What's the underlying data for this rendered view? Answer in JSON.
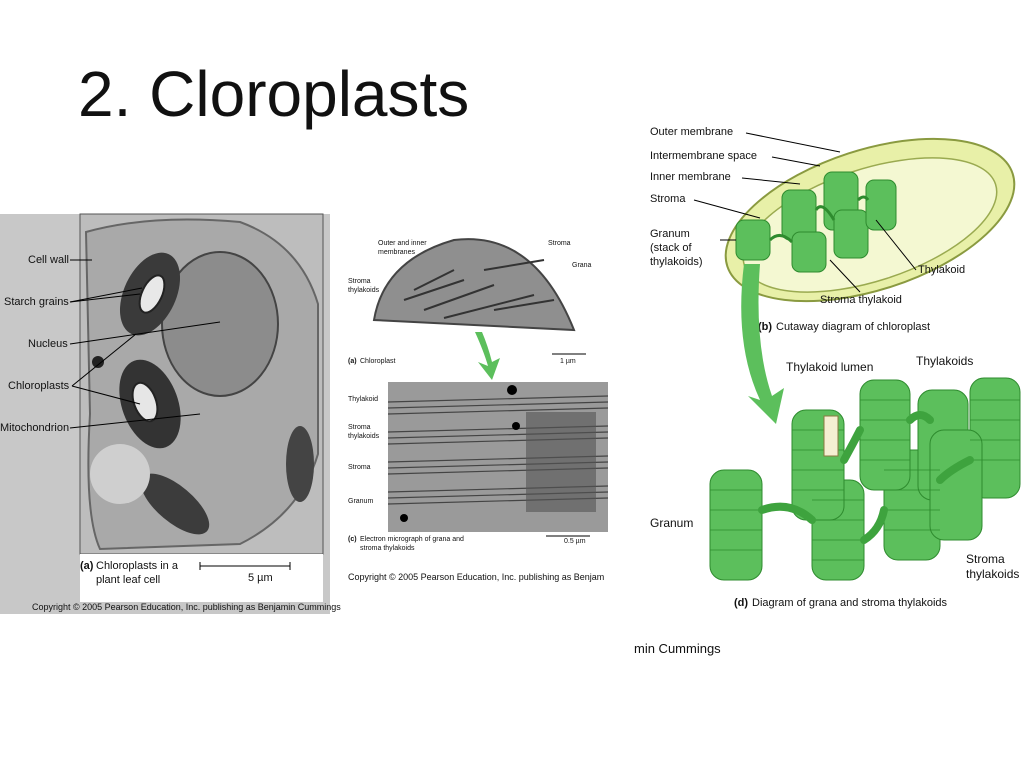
{
  "slide": {
    "title": "2. Cloroplasts"
  },
  "panel_a": {
    "labels": [
      "Cell wall",
      "Starch grains",
      "Nucleus",
      "Chloroplasts",
      "Mitochondrion"
    ],
    "caption_letter": "(a)",
    "caption": "Chloroplasts in a plant leaf cell",
    "caption_line1": "Chloroplasts in a",
    "caption_line2": "plant leaf cell",
    "scale": "5 µm",
    "copyright": "Copyright © 2005 Pearson Education, Inc. publishing as Benjamin Cummings"
  },
  "panel_ac": {
    "top_labels": {
      "outer_inner_line1": "Outer and inner",
      "outer_inner_line2": "membranes",
      "stroma": "Stroma",
      "grana": "Grana",
      "stroma_thylakoids_line1": "Stroma",
      "stroma_thylakoids_line2": "thylakoids"
    },
    "caption_a_letter": "(a)",
    "caption_a": "Chloroplast",
    "scale_a": "1 µm",
    "bottom_labels": {
      "thylakoid": "Thylakoid",
      "stroma_thylakoids_line1": "Stroma",
      "stroma_thylakoids_line2": "thylakoids",
      "stroma": "Stroma",
      "granum": "Granum"
    },
    "caption_c_letter": "(c)",
    "caption_c_line1": "Electron micrograph of grana and",
    "caption_c_line2": "stroma thylakoids",
    "scale_c": "0.5 µm",
    "copyright": "Copyright © 2005 Pearson Education, Inc. publishing as Benjam"
  },
  "panel_bd": {
    "labels_b": {
      "outer_membrane": "Outer membrane",
      "intermembrane_space": "Intermembrane space",
      "inner_membrane": "Inner membrane",
      "stroma": "Stroma",
      "granum_line1": "Granum",
      "granum_line2": "(stack of",
      "granum_line3": "thylakoids)",
      "thylakoid": "Thylakoid",
      "stroma_thylakoid": "Stroma thylakoid"
    },
    "caption_b_letter": "(b)",
    "caption_b": "Cutaway diagram of chloroplast",
    "labels_d": {
      "thylakoid_lumen": "Thylakoid lumen",
      "thylakoids": "Thylakoids",
      "granum": "Granum",
      "stroma_line1": "Stroma",
      "stroma_line2": "thylakoids"
    },
    "caption_d_letter": "(d)",
    "caption_d": "Diagram of grana and stroma thylakoids",
    "copyright_fragment": "min Cummings"
  },
  "colors": {
    "thylakoid_green": "#5cbf5c",
    "dark_green": "#2e8b2e",
    "stroma_yellow": "#e8f0a8",
    "micrograph_gray": "#9a9a9a"
  }
}
